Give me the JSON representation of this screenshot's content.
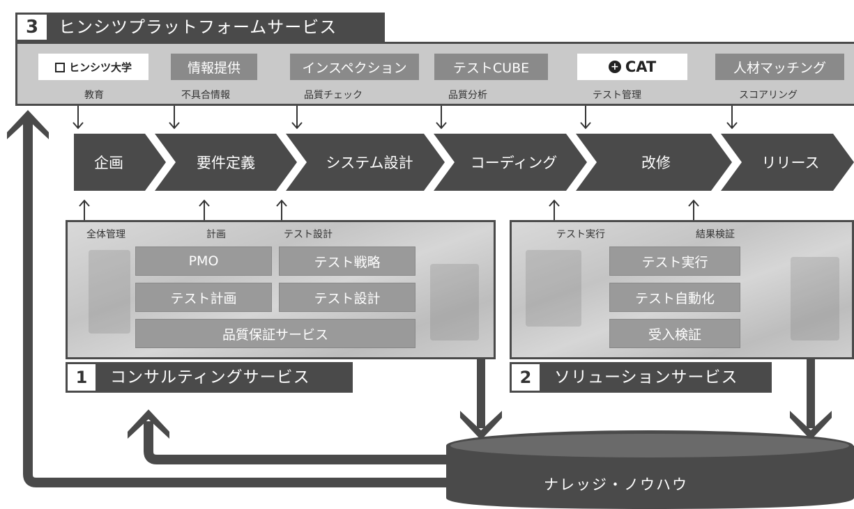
{
  "platform": {
    "number": "3",
    "title": "ヒンシツプラットフォームサービス",
    "services": [
      {
        "label": "ヒンシツ大学",
        "sub": "教育",
        "icon": "building-icon"
      },
      {
        "label": "情報提供",
        "sub": "不具合情報"
      },
      {
        "label": "インスペクション",
        "sub": "品質チェック"
      },
      {
        "label": "テストCUBE",
        "sub": "品質分析"
      },
      {
        "label": "CAT",
        "sub": "テスト管理",
        "icon": "plus-circle-icon"
      },
      {
        "label": "人材マッチング",
        "sub": "スコアリング"
      }
    ]
  },
  "process": {
    "steps": [
      "企画",
      "要件定義",
      "システム設計",
      "コーディング",
      "改修",
      "リリース"
    ]
  },
  "consulting": {
    "number": "1",
    "title": "コンサルティングサービス",
    "inputs": [
      "全体管理",
      "計画",
      "テスト設計"
    ],
    "boxes": [
      "PMO",
      "テスト戦略",
      "テスト計画",
      "テスト設計",
      "品質保証サービス"
    ]
  },
  "solution": {
    "number": "2",
    "title": "ソリューションサービス",
    "inputs": [
      "テスト実行",
      "結果検証"
    ],
    "boxes": [
      "テスト実行",
      "テスト自動化",
      "受入検証"
    ]
  },
  "knowledge": {
    "label": "ナレッジ・ノウハウ"
  },
  "colors": {
    "dark": "#4a4a4a",
    "box": "#9a9a9a",
    "band": "#c9c9c9"
  }
}
